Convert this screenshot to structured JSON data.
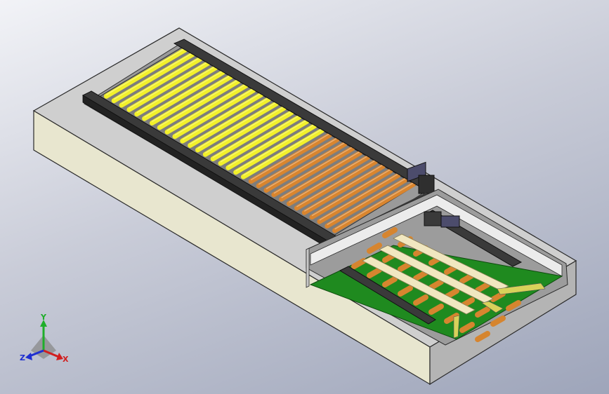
{
  "viewport": {
    "background_top": "#f2f3f7",
    "background_bottom": "#9ea5ba"
  },
  "model": {
    "base_colors": {
      "top": "#d0d0d0",
      "front": "#e8e6cf",
      "right": "#b4b4b4",
      "edge": "#2a2a2a"
    },
    "conveyor": {
      "frame_color": "#3a3a3a",
      "roller_colors": {
        "primary": "#f2f02a",
        "secondary": "#d9852e"
      },
      "roller_count_primary": 19,
      "roller_count_secondary": 12
    },
    "pit": {
      "floor_color": "#1f8a1f",
      "slat_color": "#f1e7c0",
      "roller_color": "#d6852f",
      "motor_color": "#5a5a8a"
    }
  },
  "triad": {
    "x_label": "X",
    "y_label": "Y",
    "z_label": "Z",
    "x_color": "#d11f1f",
    "y_color": "#1fae2a",
    "z_color": "#1f2fd1"
  }
}
